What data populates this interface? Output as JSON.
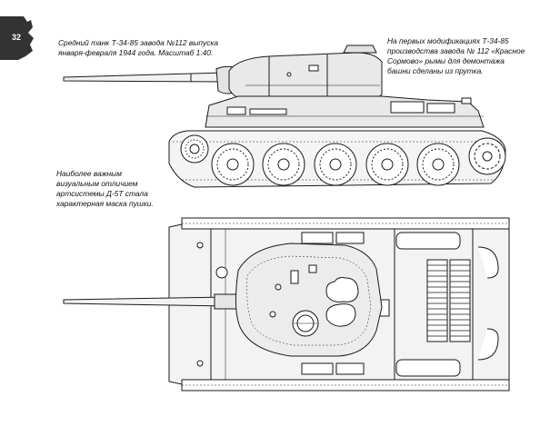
{
  "page": {
    "number": "32"
  },
  "captions": {
    "top_left": [
      "Средний танк Т-34-85 завода №112 выпуска",
      "января-февраля 1944 года. Масштаб 1:40."
    ],
    "top_right": [
      "На первых модификациях Т-34-85",
      "производства завода № 112 «Красное",
      "Сормово» рымы для демонтажа",
      "башни сделаны из прутка."
    ],
    "middle_left": [
      "Наиболее важным",
      "визуальным отличием",
      "артсистемы Д-5Т стала",
      "характерная маска пушки."
    ]
  },
  "drawings": {
    "side_view": {
      "road_wheels": 5,
      "sprocket": "rear",
      "idler": "front"
    },
    "top_view": {
      "engine_grilles": 2,
      "exhaust_pipes": 2
    }
  },
  "colors": {
    "ink": "#1a1a1a",
    "hull_gray": "#e9e9e9",
    "paper": "#ffffff"
  }
}
